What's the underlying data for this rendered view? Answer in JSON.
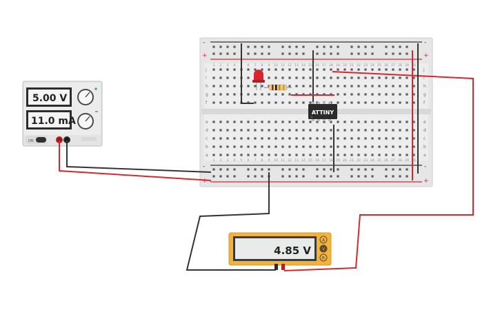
{
  "power_supply": {
    "voltage_display": "5.00 V",
    "current_display": "11.0 mA",
    "switch_label": "ON",
    "switch_state": "off"
  },
  "breadboard": {
    "top_row_letters": [
      "j",
      "i",
      "h",
      "g",
      "f"
    ],
    "bottom_row_letters": [
      "e",
      "d",
      "c",
      "b",
      "a"
    ],
    "column_count": 30,
    "rail_plus": "+",
    "rail_minus": "-"
  },
  "components": {
    "ic_label": "ATTINY",
    "led_color": "#d9262c",
    "resistor_bands": [
      "#7a3b10",
      "#111111",
      "#e07b10",
      "#c9a227"
    ]
  },
  "multimeter": {
    "reading": "4.85 V",
    "mode_buttons": [
      "A",
      "V",
      "R"
    ],
    "selected_mode": "V",
    "accent_color": "#f2b33d"
  },
  "colors": {
    "wire_red": "#d9262c",
    "wire_black": "#333333",
    "rail_red": "#d9262c",
    "rail_dark": "#333333"
  }
}
